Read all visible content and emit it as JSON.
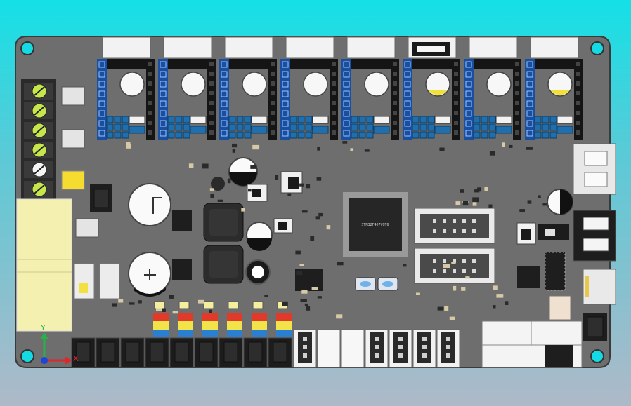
{
  "board": {
    "colors": {
      "pcb": "#6e6e6e",
      "pcb_edge": "#3a3a3a",
      "header_blue": "#1a4fa0",
      "header_black": "#151515",
      "connector_white": "#f2f2f2",
      "cap_white": "#f7f7f7",
      "terminal_green": "#c6e64c",
      "jumper_yellow": "#f3e34a",
      "jumper_red": "#e23a2a",
      "jumper_blue": "#2a7fd0",
      "chip_dark": "#2b2b2b",
      "axis_x": "#e0262b",
      "axis_y": "#27b34a",
      "axis_z": "#1f45d8"
    },
    "driver_slots": 8,
    "bottom_connectors": 9,
    "mcu_label": "STM32F407VGT6"
  },
  "axes": {
    "x_label": "X",
    "y_label": "Y"
  }
}
